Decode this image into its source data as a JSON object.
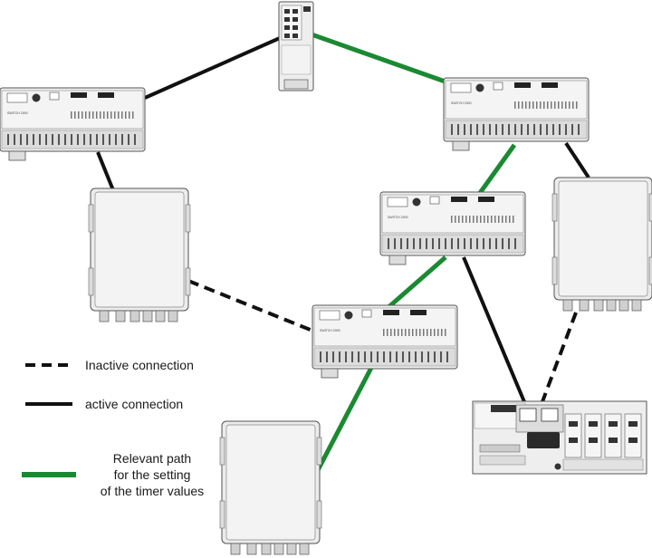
{
  "legend": {
    "inactive_label": "Inactive connection",
    "active_label": "active connection",
    "relevant_line1": "Relevant path",
    "relevant_line2": "for the setting",
    "relevant_line3": "of the timer values"
  },
  "device_labels": {
    "switch_text": "SWITCH 2000"
  },
  "colors": {
    "inactive": "#111111",
    "active": "#111111",
    "relevant": "#1a8a32",
    "device_body": "#ececec",
    "device_outline": "#555555"
  },
  "icons": {
    "managed_switch": "rack-switch-icon",
    "cabinet": "enclosure-icon",
    "unmanaged_switch": "compact-switch-icon",
    "controller": "plc-controller-icon"
  }
}
